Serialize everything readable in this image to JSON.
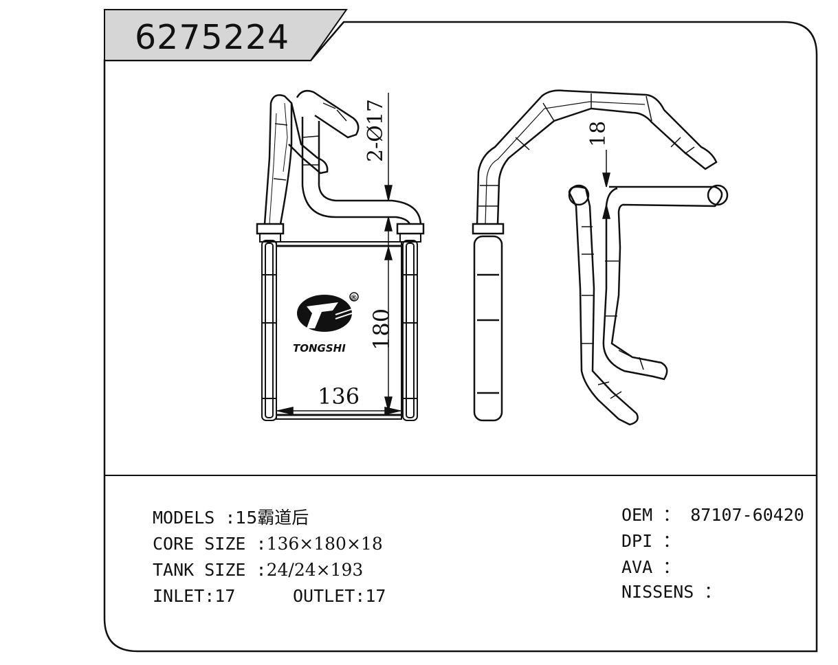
{
  "part_number": "6275224",
  "drawing": {
    "dimensions": {
      "pipe_diameter": "2-Ø17",
      "thickness": "18",
      "height": "180",
      "width": "136"
    },
    "brand": {
      "name": "TONGSHI",
      "registered_mark": "®"
    }
  },
  "specs": {
    "models_label": "MODELS :",
    "models_value": "15霸道后",
    "core_size_label": "CORE SIZE :",
    "core_size_value": "136×180×18",
    "tank_size_label": "TANK SIZE :",
    "tank_size_value": "24/24×193",
    "inlet": "INLET:17",
    "outlet": "OUTLET:17",
    "oem": "OEM ： 87107-60420",
    "dpi": "DPI ：",
    "ava": "AVA ：",
    "nissens": "NISSENS ："
  }
}
